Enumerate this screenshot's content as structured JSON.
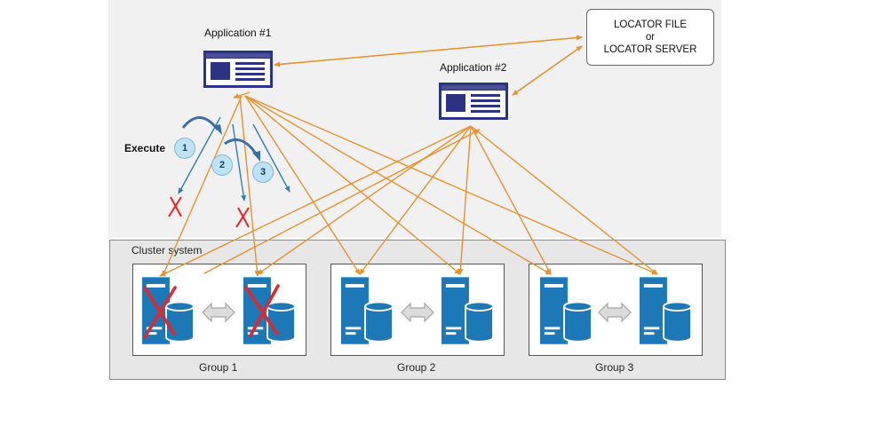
{
  "applications": [
    {
      "label": "Application #1"
    },
    {
      "label": "Application #2"
    }
  ],
  "locator": {
    "line1": "LOCATOR FILE",
    "line2": "or",
    "line3": "LOCATOR SERVER"
  },
  "execute_label": "Execute",
  "steps": [
    "1",
    "2",
    "3"
  ],
  "cluster": {
    "title": "Cluster system"
  },
  "groups": [
    {
      "label": "Group 1",
      "failed": true
    },
    {
      "label": "Group 2",
      "failed": false
    },
    {
      "label": "Group 3",
      "failed": false
    }
  ],
  "colors": {
    "connection": "#e8922e",
    "execute_arrow": "#2f7fb7",
    "server": "#1d78b7",
    "app_window": "#2b3384",
    "failure_mark": "#e3262a"
  }
}
